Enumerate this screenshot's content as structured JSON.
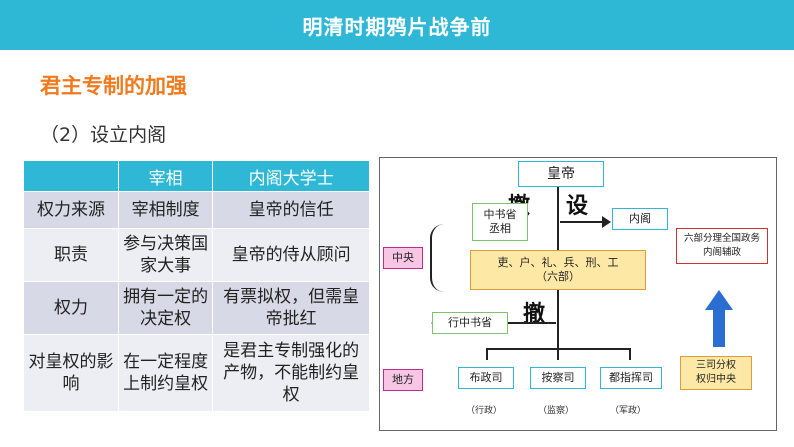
{
  "header": {
    "title": "明清时期鸦片战争前"
  },
  "section": {
    "heading": "君主专制的加强",
    "subheading": "（2）设立内阁"
  },
  "table": {
    "columns": [
      "",
      "宰相",
      "内阁大学士"
    ],
    "rows": [
      {
        "label": "权力来源",
        "a": "宰相制度",
        "b": "皇帝的信任"
      },
      {
        "label": "职责",
        "a": "参与决策国家大事",
        "b": "皇帝的侍从顾问"
      },
      {
        "label": "权力",
        "a": "拥有一定的决定权",
        "b": "有票拟权，但需皇帝批红"
      },
      {
        "label": "对皇权的影响",
        "a": "在一定程度上制约皇权",
        "b": "是君主专制强化的产物，不能制约皇权"
      }
    ]
  },
  "diagram": {
    "emperor": "皇帝",
    "abolish1": "撤",
    "establish": "设",
    "zhongshu": "中书省\n丞相",
    "neige": "内阁",
    "central": "中央",
    "sixministries": "吏、户、礼、兵、刑、工\n（六部）",
    "abolish2": "撤",
    "xingzhong": "行中书省",
    "local": "地方",
    "buzheng": "布政司",
    "ancha": "按察司",
    "duzhihui": "都指挥司",
    "cap_admin": "（行政）",
    "cap_supervise": "（监察）",
    "cap_military": "（军政）",
    "note_top": "六部分理全国政务\n内阁辅政",
    "note_bottom": "三司分权\n权归中央"
  },
  "colors": {
    "accent": "#2fb8d6",
    "heading": "#f07a1e"
  }
}
